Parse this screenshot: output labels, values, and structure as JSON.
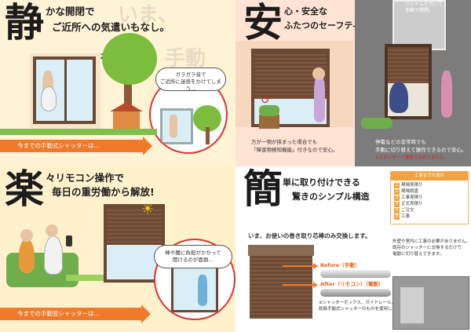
{
  "panels": {
    "quiet": {
      "kanji": "静",
      "headline_1": "かな開閉で",
      "headline_2": "ご近所への気遣いもなし。",
      "bubble": "ガラガラ音で\nご近所に迷惑をかけてしまう…",
      "banner": "今までの手動式シャッターは…",
      "sleep_z": "Z z"
    },
    "safe": {
      "kanji": "安",
      "headline_1": "心・安全な",
      "headline_2": "ふたつのセーフティポイント",
      "note_left_1": "万が一物が挟まった場合でも",
      "note_left_2": "「障害物検知機能」付きなので安心。",
      "note_right_1": "停電などの非常時でも",
      "note_right_2": "手動に切り替えて操作できるので安心。",
      "note_right_3": "※スタンダード電動ではありません。",
      "photo_caption": "ハンドルを引いて\n手動で開閉。"
    },
    "easy": {
      "kanji": "楽",
      "headline_1": "々リモコン操作で",
      "headline_2": "毎日の重労働から解放!",
      "bubble": "棒や腰に負担がかかって\n開けるのが面倒…",
      "banner": "今までの手動窓シャッターは…"
    },
    "simple": {
      "kanji": "簡",
      "headline_1": "単に取り付けできる",
      "headline_2": "驚きのシンプル構造",
      "lead": "いま、お使いの巻き取り芯棒のみ交換します。",
      "before": "Before（手動）",
      "after": "After（リモコン）（電動）",
      "caption_1": "※シャッターボックス、ガイドレール、スラットは、",
      "caption_2": "既設手動式シャッターのものを使用します。",
      "steps_title": "工事までの流れ",
      "steps": [
        "現場見積り",
        "現場調査",
        "工事見積り",
        "正式見積り",
        "ご注文",
        "工事"
      ],
      "right_note_1": "外壁や室内に工事の必要がありません。",
      "right_note_2": "既存のシャッターに交換するだけで",
      "right_note_3": "電動に切り替えできます。"
    }
  },
  "colors": {
    "accent_orange": "#f07a2a",
    "alert_red": "#d4261f",
    "shutter_brown": "#6c4a34"
  },
  "icons": [
    "moon-icon",
    "sun-icon",
    "remote-icon",
    "alert-icon"
  ]
}
